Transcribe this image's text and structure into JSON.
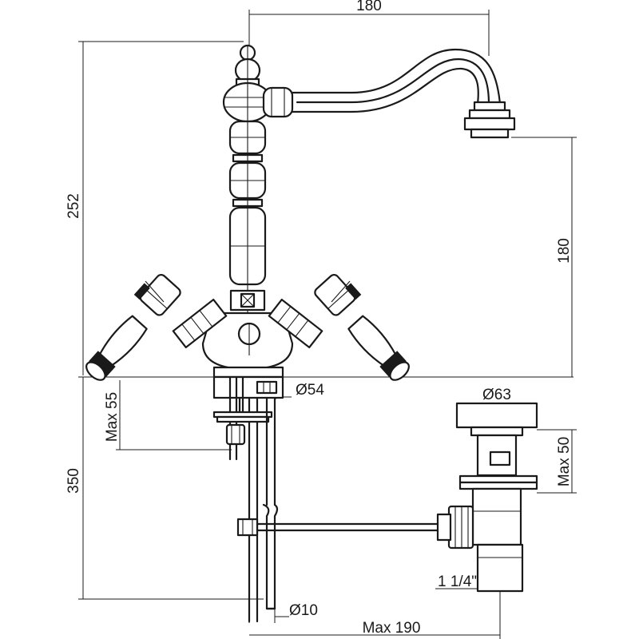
{
  "labels": {
    "spout_reach": "180",
    "total_height": "252",
    "spout_height": "180",
    "base_diameter": "Ø54",
    "max_deck": "Max 55",
    "tail_length": "350",
    "waste_diameter": "Ø63",
    "waste_height": "Max 50",
    "waste_thread": "1 1/4\"",
    "rod_diameter": "Ø10",
    "max_reach": "Max 190"
  },
  "colors": {
    "line": "#1a1a1a",
    "background": "#ffffff"
  }
}
